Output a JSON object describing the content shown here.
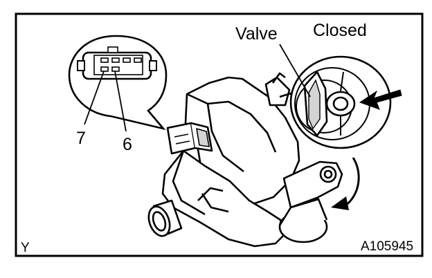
{
  "labels": {
    "valve": "Valve",
    "state": "Closed",
    "terminal_a": "7",
    "terminal_b": "6",
    "corner_mark": "Y",
    "figure_code": "A105945"
  },
  "colors": {
    "line": "#000000",
    "background": "#ffffff",
    "shade": "#d4d4d4"
  }
}
